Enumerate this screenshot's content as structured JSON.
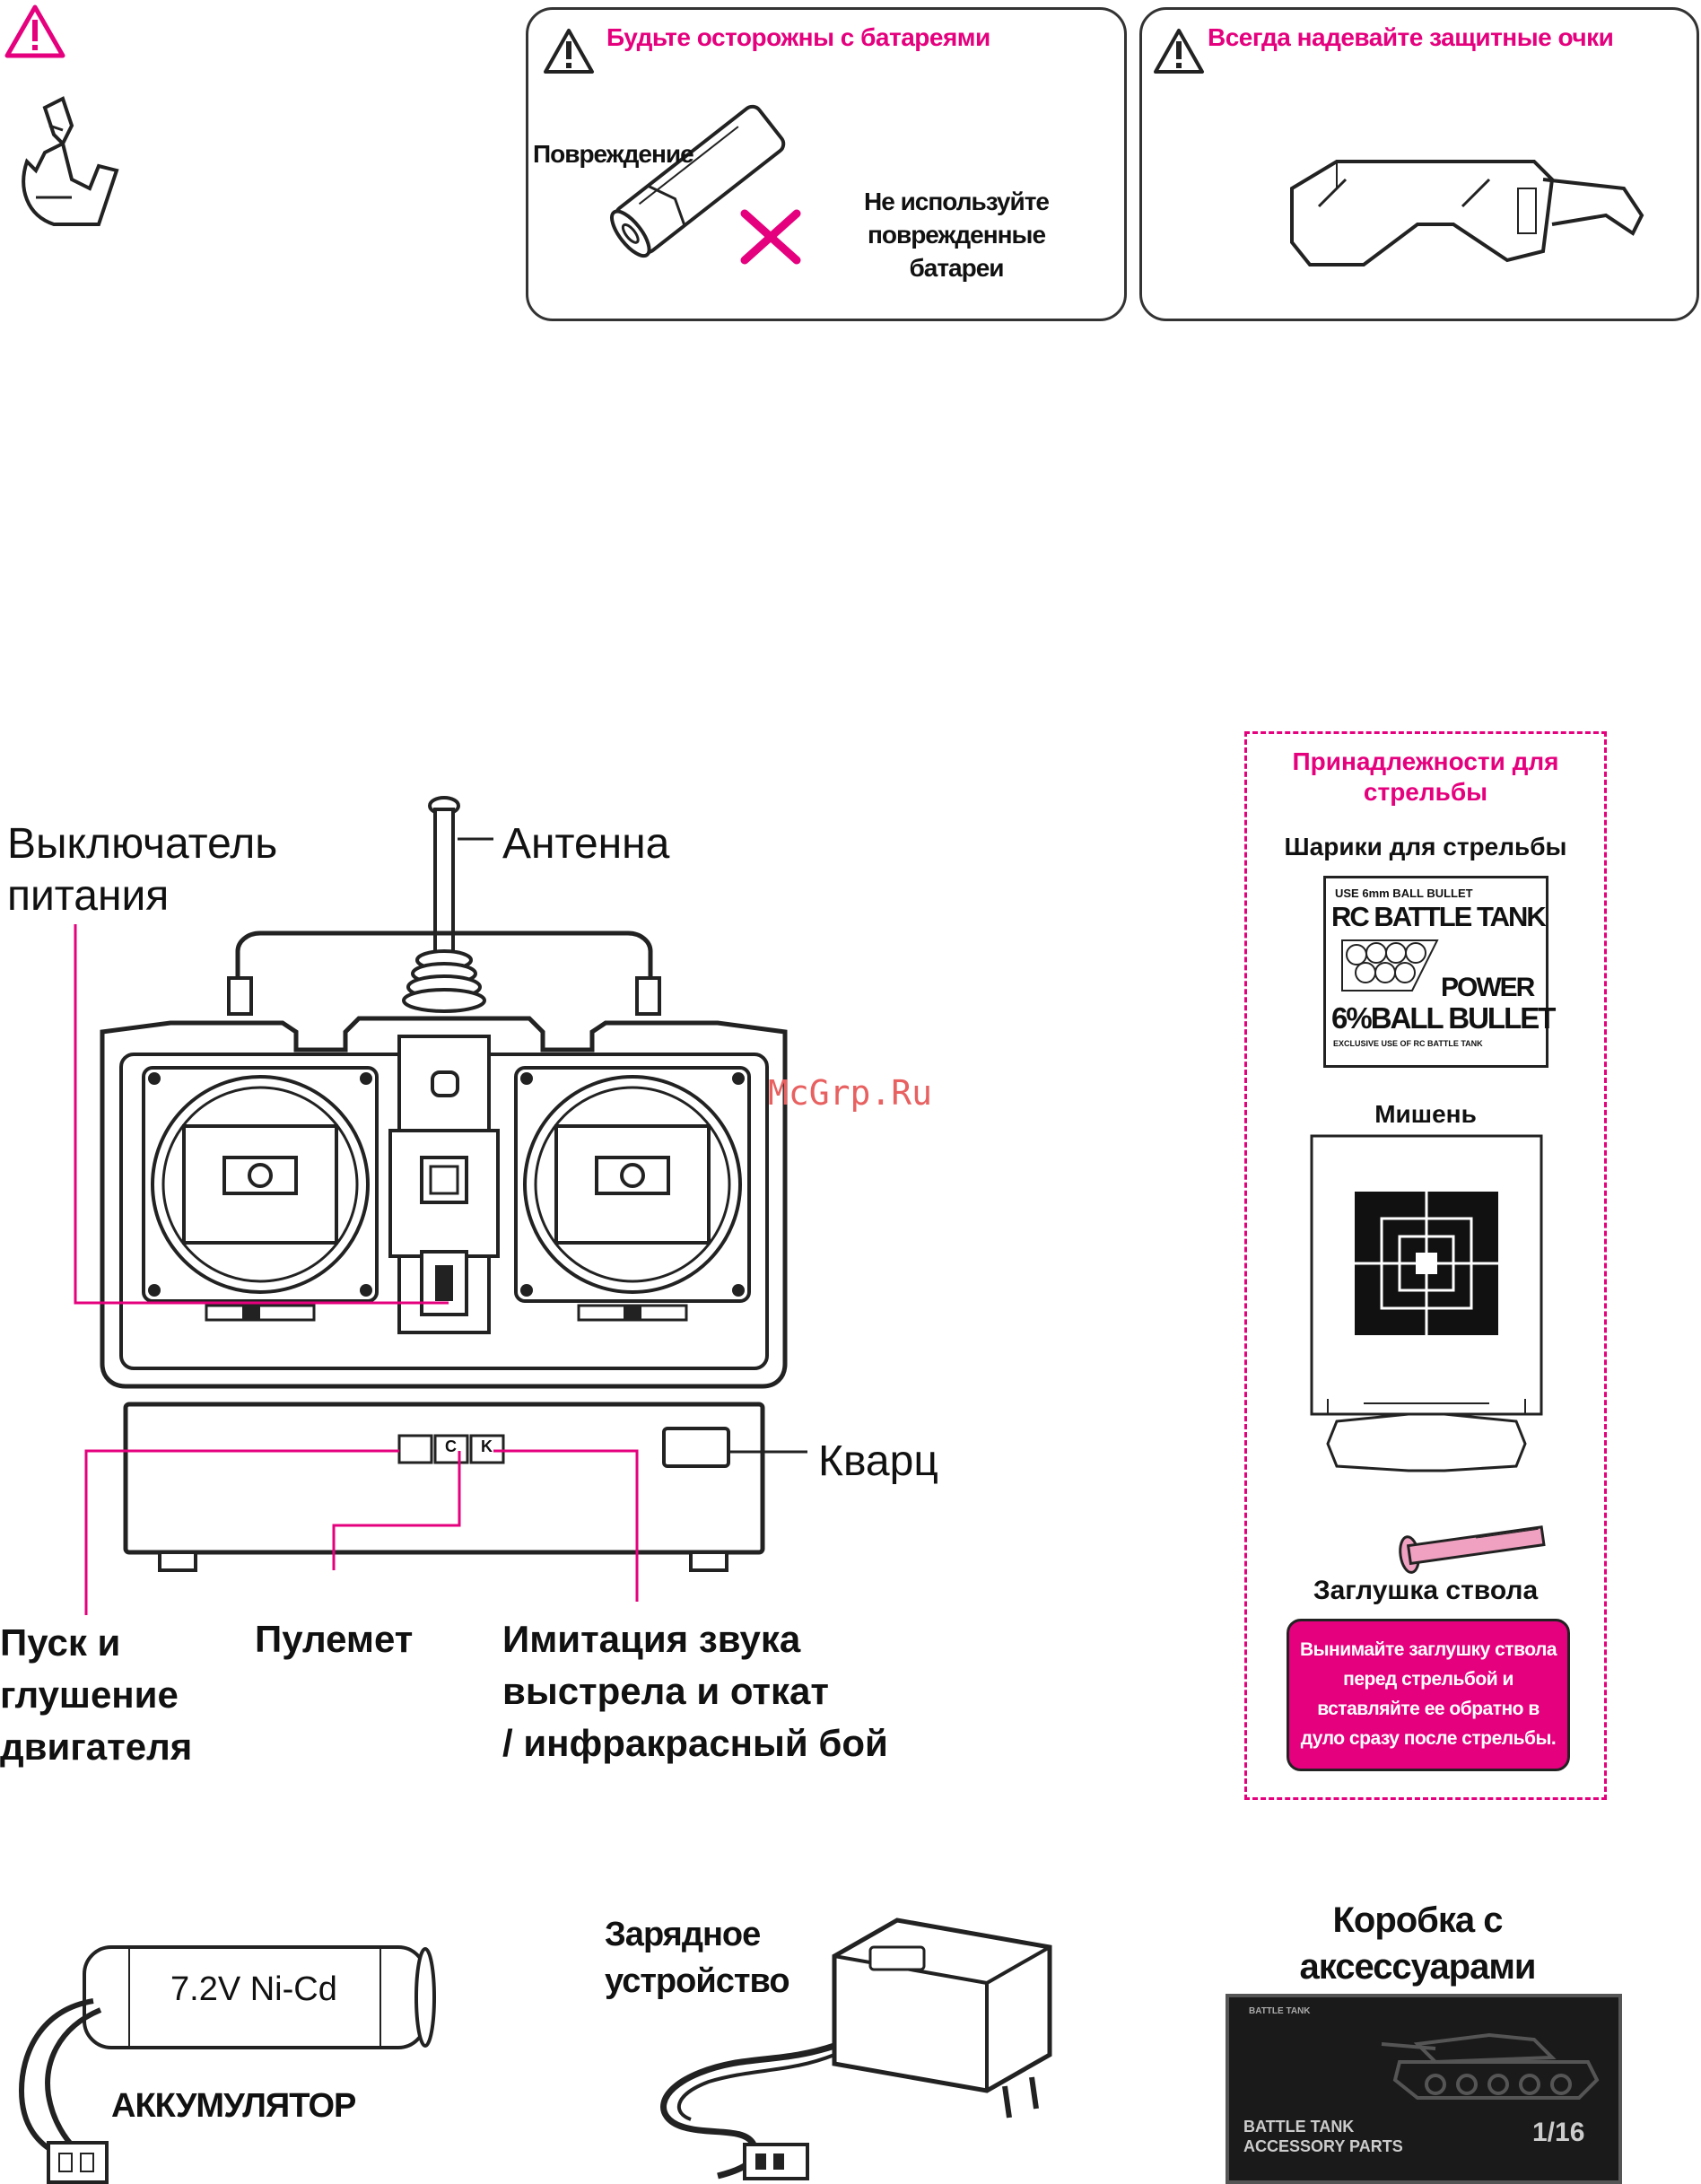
{
  "warnings": {
    "battery": {
      "title": "Будьте осторожны с батареями",
      "damage_label": "Повреждение",
      "text_lines": [
        "Не используйте",
        "поврежденные",
        "батареи"
      ]
    },
    "glasses": {
      "title": "Всегда надевайте защитные очки"
    }
  },
  "transmitter": {
    "power_switch": [
      "Выключатель",
      "питания"
    ],
    "antenna": "Антенна",
    "crystal": "Кварц",
    "engine": [
      "Пуск и",
      "глушение",
      "двигателя"
    ],
    "machine_gun": "Пулемет",
    "cannon": [
      "Имитация звука",
      "выстрела и откат",
      "/ инфракрасный бой"
    ],
    "button_c": "C",
    "button_k": "K"
  },
  "watermark": "McGrp.Ru",
  "accessories": {
    "title_lines": [
      "Принадлежности для",
      "стрельбы"
    ],
    "bullets_label": "Шарики для стрельбы",
    "bullet_box": {
      "line1": "USE 6mm BALL BULLET",
      "line2": "RC BATTLE TANK",
      "line3": "POWER",
      "line4": "6%BALL BULLET",
      "line5": "EXCLUSIVE USE OF RC BATTLE TANK"
    },
    "target_label": "Мишень",
    "plug_label": "Заглушка ствола",
    "plug_note": [
      "Вынимайте заглушку ствола",
      "перед стрельбой и",
      "вставляйте ее обратно в",
      "дуло сразу после стрельбы."
    ]
  },
  "bottom": {
    "battery_marking": "7.2V Ni-Cd",
    "battery_label": "АККУМУЛЯТОР",
    "charger_label": [
      "Зарядное",
      "устройство"
    ],
    "box_label": [
      "Коробка с",
      "аксессуарами"
    ],
    "box_text": {
      "brand": "BATTLE TANK",
      "title1": "BATTLE TANK",
      "title2": "ACCESSORY PARTS",
      "scale": "1/16"
    }
  },
  "colors": {
    "accent": "#e5007e",
    "ink": "#111111"
  }
}
